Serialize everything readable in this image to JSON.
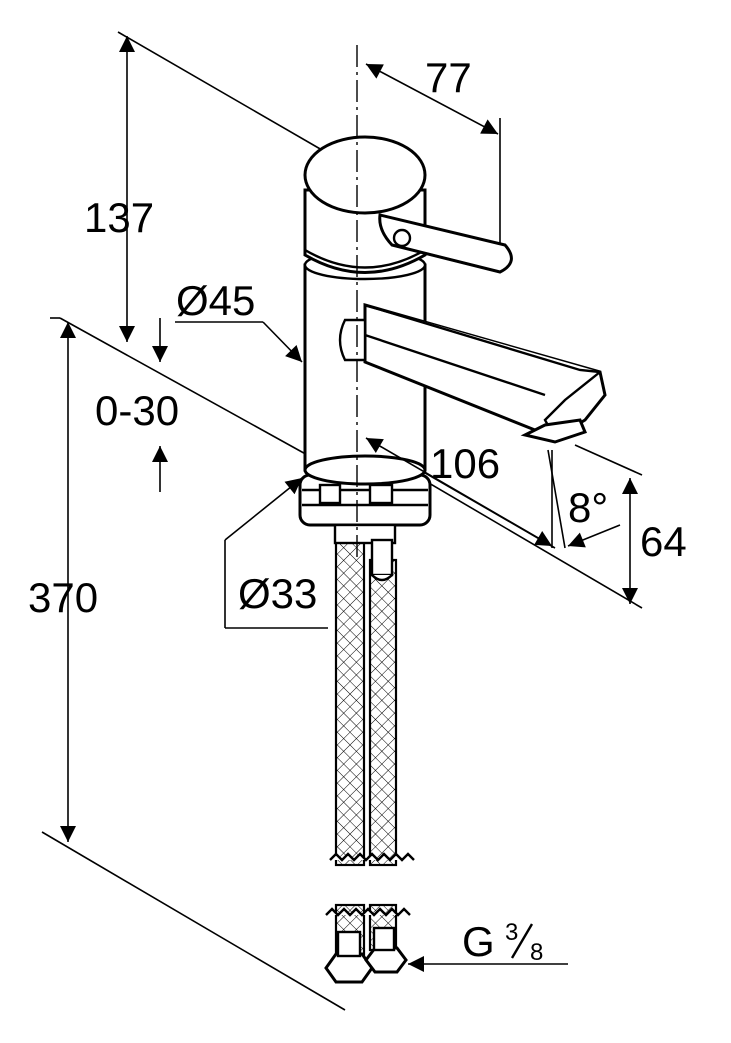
{
  "dimensions": {
    "height_top": "137",
    "handle_reach": "77",
    "body_diameter": "Ø45",
    "adjust_range": "0-30",
    "spout_reach": "106",
    "total_height": "370",
    "shank_diameter": "Ø33",
    "spout_angle": "8°",
    "spout_height": "64"
  },
  "thread": {
    "letter": "G",
    "numerator": "3",
    "denominator": "8"
  },
  "colors": {
    "line": "#000000",
    "background": "#ffffff"
  }
}
